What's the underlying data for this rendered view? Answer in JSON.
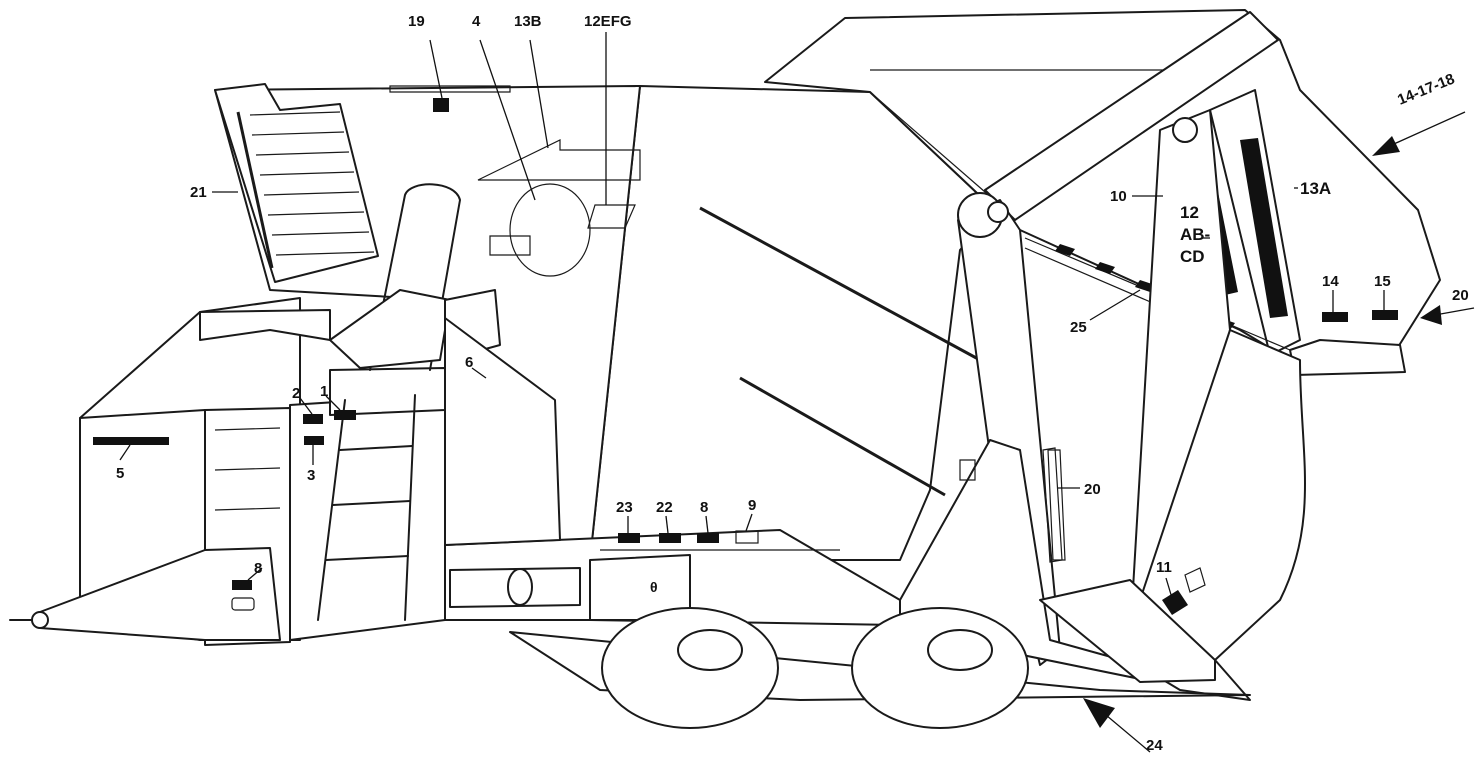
{
  "callouts": {
    "c1": "1",
    "c2": "2",
    "c3": "3",
    "c4": "4",
    "c5": "5",
    "c6": "6",
    "c8a": "8",
    "c8b": "8",
    "c9": "9",
    "c10": "10",
    "c11": "11",
    "c12abcd_line1": "12",
    "c12abcd_line2": "AB-",
    "c12abcd_line3": "CD",
    "c12efg": "12EFG",
    "c13a": "13A",
    "c13b": "13B",
    "c14": "14",
    "c14_17_18": "14-17-18",
    "c15": "15",
    "c19": "19",
    "c20a": "20",
    "c20b": "20",
    "c21": "21",
    "c22": "22",
    "c23": "23",
    "c24": "24",
    "c25": "25"
  }
}
